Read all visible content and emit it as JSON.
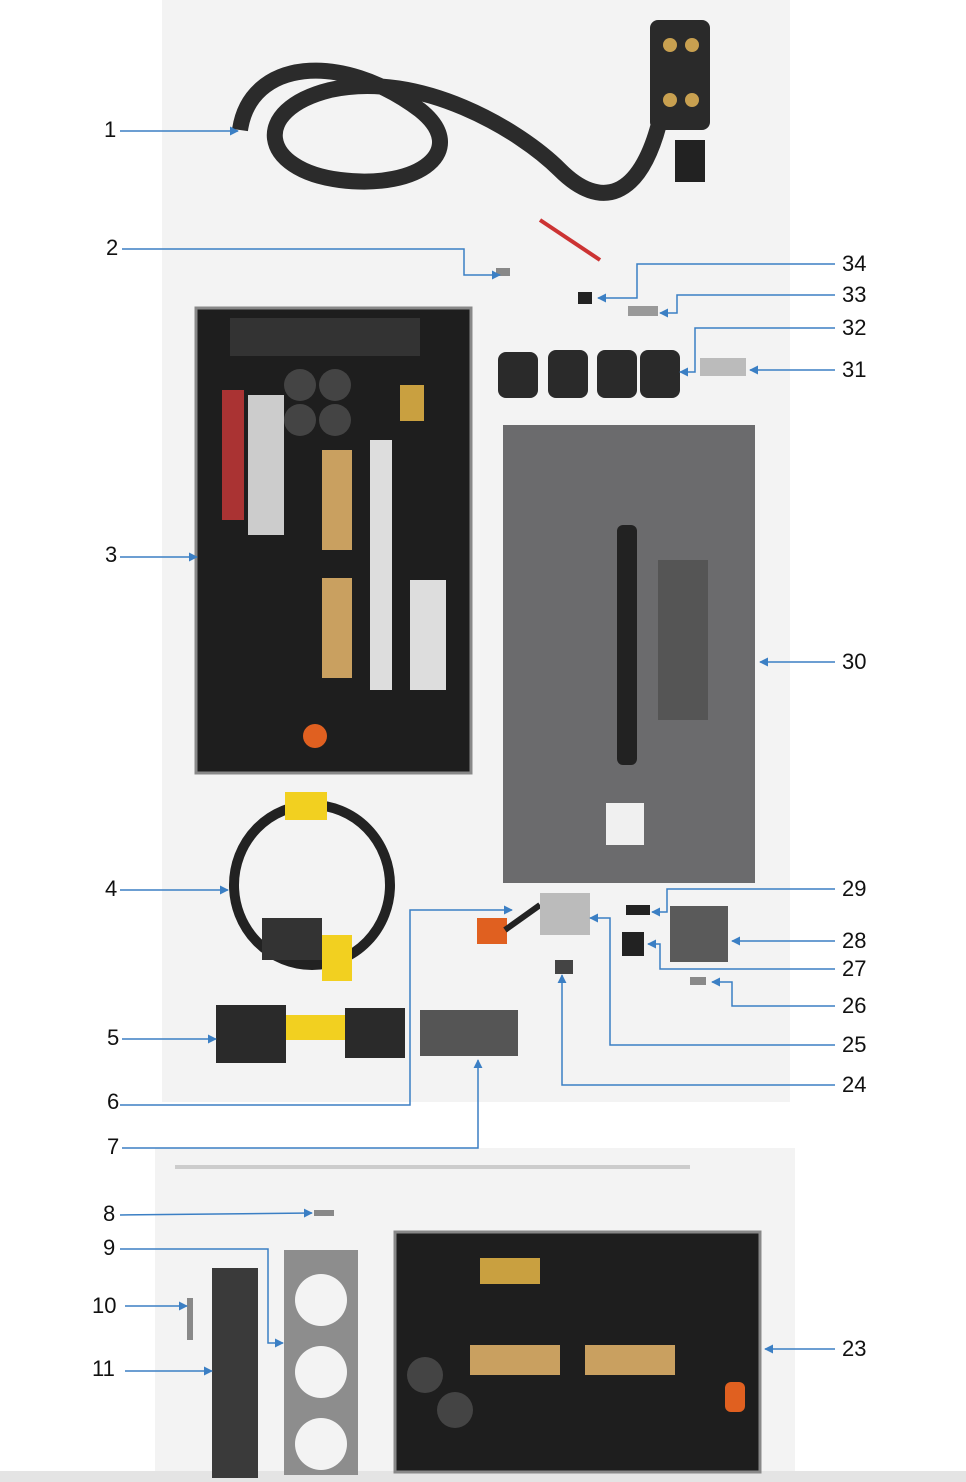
{
  "left_labels": [
    "1",
    "2",
    "3",
    "4",
    "5",
    "6",
    "7",
    "8",
    "9",
    "10",
    "11"
  ],
  "right_labels": [
    "34",
    "33",
    "32",
    "31",
    "30",
    "29",
    "28",
    "27",
    "26",
    "25",
    "24",
    "23"
  ],
  "colors": {
    "leader_line": "#3b7fc4",
    "photo_background": "#f3f3f3",
    "part_dark": "#2a2a2a",
    "cover_plate": "#6b6b6d"
  }
}
